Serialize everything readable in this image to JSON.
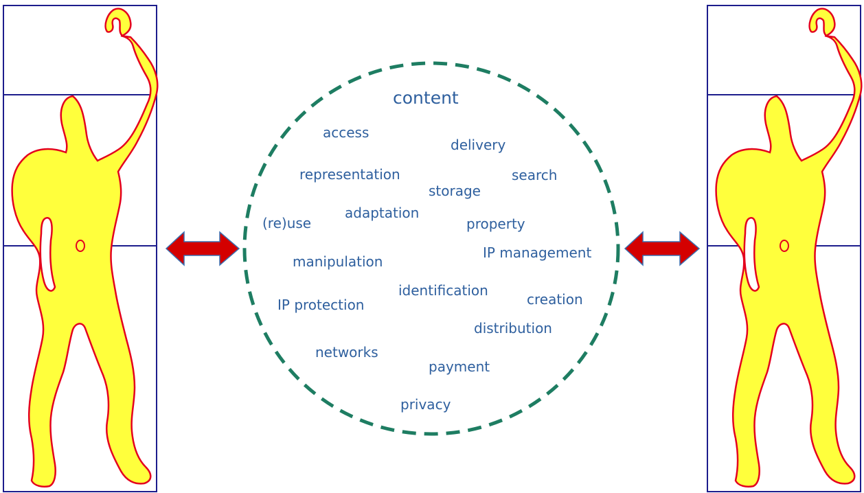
{
  "colors": {
    "figure_fill": "#ffff3c",
    "figure_outline": "#e4001e",
    "frame_lines": "#1c1c8c",
    "circle_dash": "#1e7d62",
    "arrow_fill": "#d40000",
    "arrow_outline": "#3a6fb0",
    "text": "#2e5f9e"
  },
  "left_figure": {
    "icon": "modulor-man-icon"
  },
  "right_figure": {
    "icon": "modulor-man-icon"
  },
  "arrows": {
    "left": "double-arrow-icon",
    "right": "double-arrow-icon"
  },
  "circle": {
    "title": "content",
    "terms": [
      "access",
      "delivery",
      "representation",
      "search",
      "storage",
      "adaptation",
      "(re)use",
      "property",
      "IP management",
      "manipulation",
      "identification",
      "creation",
      "IP protection",
      "distribution",
      "networks",
      "payment",
      "privacy"
    ]
  }
}
